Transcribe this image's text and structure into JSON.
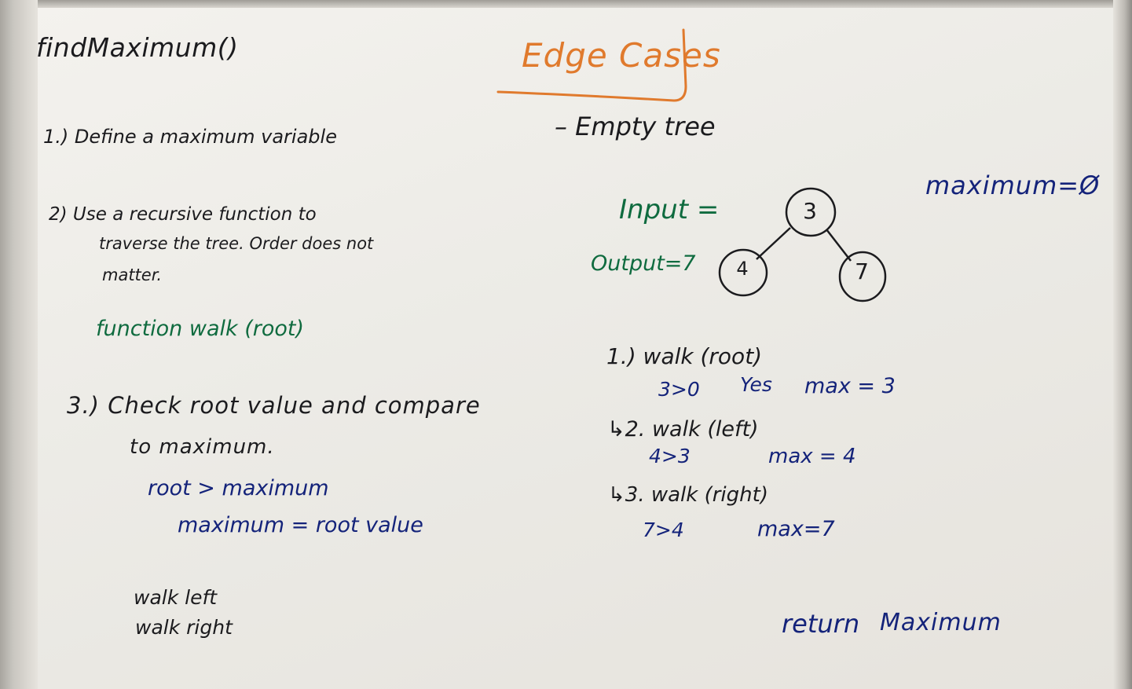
{
  "board": {
    "title": "findMaximum()",
    "left_column": {
      "step1": "1.) Define a maximum variable",
      "step2_line1": "2) Use a recursive function to",
      "step2_line2": "traverse the tree. Order does not",
      "step2_line3": "matter.",
      "function_sig": "function walk (root)",
      "step3_line1": "3.) Check root value and compare",
      "step3_line2": "to maximum.",
      "condition": "root > maximum",
      "assignment": "maximum = root value",
      "walk_left": "walk left",
      "walk_right": "walk right"
    },
    "right_column": {
      "edge_cases": "Edge Cases",
      "empty_tree": "– Empty tree",
      "maximum_init": "maximum=Ø",
      "input_label": "Input =",
      "output_label": "Output=7",
      "tree_nodes": {
        "root": "3",
        "left": "4",
        "right": "7"
      },
      "trace": [
        {
          "call": "1.) walk (root)",
          "compare": "3>0",
          "note": "Yes",
          "max": "max = 3"
        },
        {
          "call": "↳2. walk (left)",
          "compare": "4>3",
          "note": "",
          "max": "max = 4"
        },
        {
          "call": "↳3. walk (right)",
          "compare": "7>4",
          "note": "",
          "max": "max=7"
        }
      ],
      "return_word": "return",
      "return_value": "Maximum"
    }
  },
  "colors": {
    "black_marker": "#1b1b1e",
    "green_marker": "#0f6b3f",
    "blue_marker": "#14237a",
    "orange_marker": "#e07a2d"
  }
}
